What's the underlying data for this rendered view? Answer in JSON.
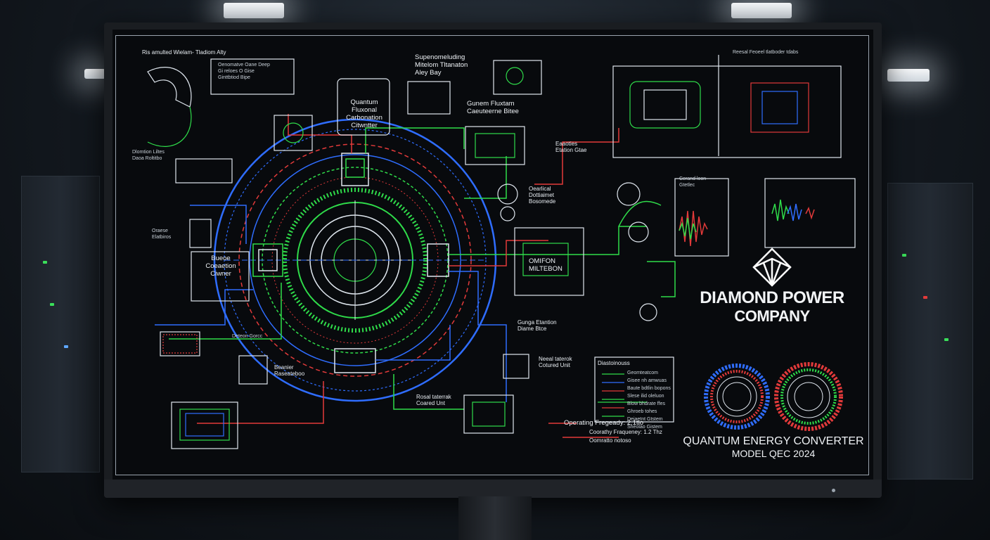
{
  "labels": {
    "top_title": "Ris amulted Wielam- Tladiom Alty",
    "top_note": "Oenomatve Oane Deep\nGi reloes O Gise\nGinttbtiod Bipe",
    "superconducting": "Supenomeluding\nMitelom Tltanaton\nAley Bay",
    "qf_converter": "Quantum\nFluxonal\nCarbonation\nCitwntter",
    "quantum_tobe": "Gunem Fluxtam\nCaeuteerne Bitee",
    "recent_flux": "Reesal Feoeel tlatboder tdabs",
    "electro_tube": "Eaaoties\nEtation Gtae",
    "coaximal_label": "Oearlical\nDottiaimet\nBosomede",
    "control_lowon": "Cerand loon\nGtetlec",
    "quantum_conv": "Bueoe\nCoeaetion\nCiwner",
    "omifon": "OMIFON\nMILTEBON",
    "energy_station": "Gunga Etantion\nDiame Btce",
    "neural_top": "Neeal taterok\nCotured Unit",
    "neural_bottom": "Rosal taterrak\nCoared Unt",
    "electric_res": "Beanier\nRaseateboo",
    "side_left": "Dlomtion Liltes\nDaoa Roltitbo",
    "side_left2": "Oraese\nElatbiros",
    "diagnostics_title": "Diastoinouss",
    "op_freq": "Operating Fregeady: 2.1tlo",
    "op_freq2": "Coorathy Fraqueney: 1.2 Thz",
    "op_freq3": "Oomratto notoso",
    "left_bottom": "Deteon Gorcc"
  },
  "legend_items": [
    "Geomteatcom",
    "Gisee nh amwuas",
    "Baute bdtlin bopons",
    "Slese ilid oleluon",
    "Blow bhdrate ffes",
    "Ghroeb tohes",
    "Deiaetnt Gtstem",
    "Sheolao Gistem"
  ],
  "company": {
    "name_line1": "DIAMOND POWER",
    "name_line2": "COMPANY",
    "model_line1": "QUANTUM ENERGY CONVERTER",
    "model_line2": "MODEL QEC 2024",
    "logo": "diamond-logo-icon"
  },
  "colors": {
    "blue": "#2f6dff",
    "green": "#2fdc4a",
    "red": "#e23a3a",
    "line": "#dfe6ee",
    "screen": "#080a0d"
  }
}
